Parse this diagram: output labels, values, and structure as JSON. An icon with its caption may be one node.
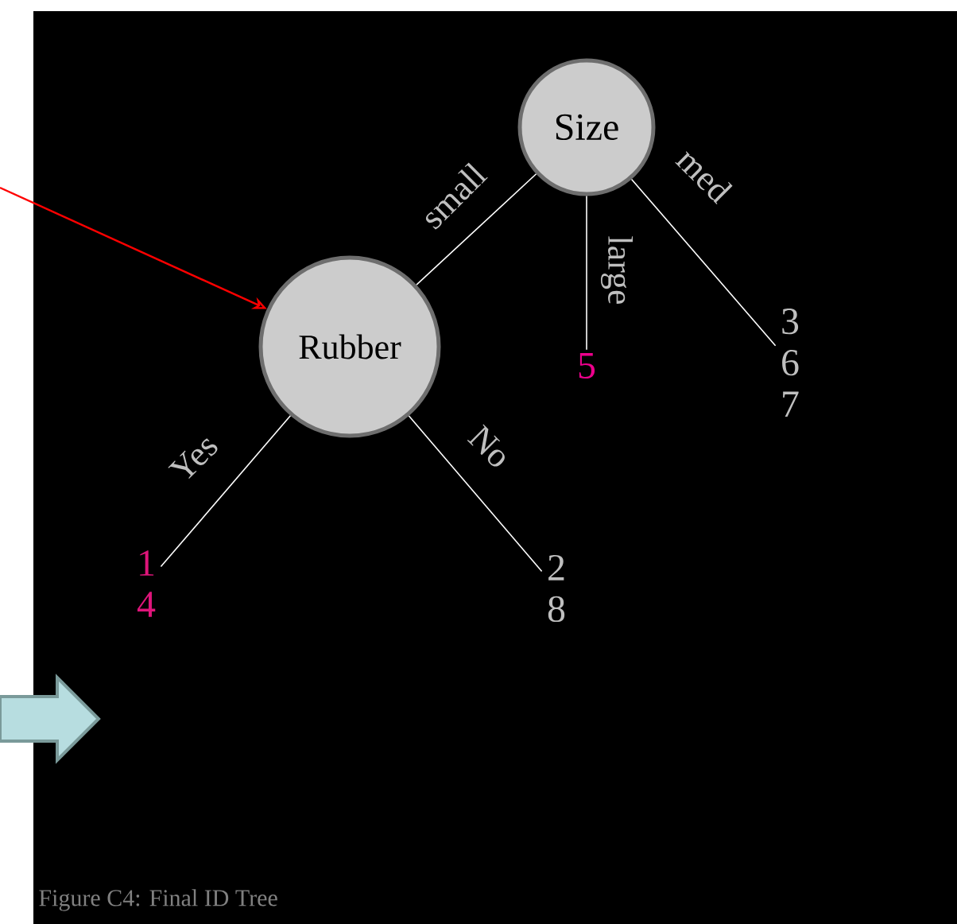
{
  "diagram": {
    "caption": "Figure C4: Final ID Tree",
    "nodes": [
      {
        "text": [
          "Size"
        ]
      },
      {
        "text": [
          "Rubber"
        ]
      },
      {
        "text": [
          "5"
        ]
      },
      {
        "text": [
          "3 6 7"
        ]
      },
      {
        "text": [
          "1 4"
        ]
      },
      {
        "text": [
          "2 8"
        ]
      }
    ],
    "edges": [
      {
        "from": 0,
        "to": 1,
        "arrow": "none",
        "label": "small"
      },
      {
        "from": 0,
        "to": 2,
        "arrow": "none",
        "label": "large"
      },
      {
        "from": 0,
        "to": 3,
        "arrow": "none",
        "label": "med"
      },
      {
        "from": 1,
        "to": 4,
        "arrow": "none",
        "label": "Yes"
      },
      {
        "from": 1,
        "to": 5,
        "arrow": "none",
        "label": "No"
      },
      {
        "from": null,
        "to": 1,
        "arrow": "to",
        "color": "#ff0000"
      }
    ]
  }
}
